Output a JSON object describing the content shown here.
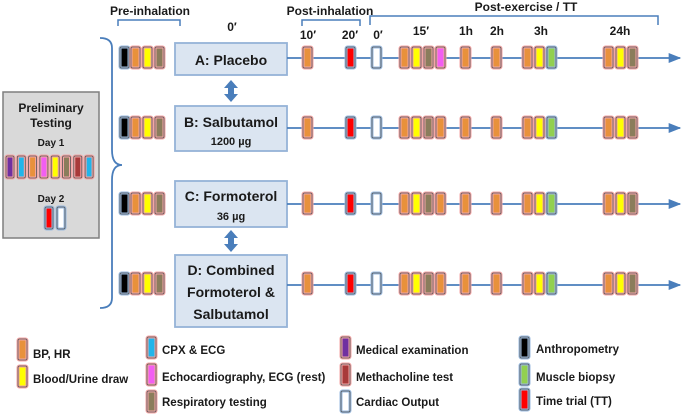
{
  "colors": {
    "bp_hr": "#e8913c",
    "blood_urine": "#ffff00",
    "cpx_ecg": "#21b5ea",
    "echo": "#f25ef2",
    "respiratory": "#8b7d5c",
    "medical": "#7030a0",
    "methacholine": "#a83a3a",
    "cardiac": "#ffffff",
    "anthropometry": "#000000",
    "muscle": "#92d050",
    "time_trial": "#ff0000",
    "arrow": "#4a7ebb",
    "box_fill": "#dbe5f1",
    "box_border": "#95b3d7",
    "prelim_fill": "#d9d9d9",
    "marker_glow": "#f4a6a6"
  },
  "header": {
    "pre_inhalation": "Pre-inhalation",
    "zero": "0′",
    "post_inhalation": "Post-inhalation",
    "t10": "10′",
    "t20": "20′",
    "post_exercise": "Post-exercise / TT",
    "t0": "0′",
    "t15": "15′",
    "t1h": "1h",
    "t2h": "2h",
    "t3h": "3h",
    "t24h": "24h"
  },
  "preliminary": {
    "title_line1": "Preliminary",
    "title_line2": "Testing",
    "day1": "Day 1",
    "day2": "Day 2"
  },
  "conditions": [
    {
      "line1": "A: Placebo",
      "line2": "",
      "line3": ""
    },
    {
      "line1": "B: Salbutamol",
      "line2": "1200 µg",
      "line3": ""
    },
    {
      "line1": "C: Formoterol",
      "line2": "36 µg",
      "line3": ""
    },
    {
      "line1": "D: Combined",
      "line2": "Formoterol &",
      "line3": "Salbutamol"
    }
  ],
  "legend": {
    "bp_hr": "BP, HR",
    "blood_urine": "Blood/Urine draw",
    "respiratory": "Respiratory testing",
    "cpx_ecg": "CPX & ECG",
    "echo": "Echocardiography, ECG (rest)",
    "cardiac": "Cardiac Output",
    "medical": "Medical examination",
    "methacholine": "Methacholine test",
    "anthropometry": "Anthropometry",
    "muscle": "Muscle biopsy",
    "time_trial": "Time trial (TT)"
  }
}
